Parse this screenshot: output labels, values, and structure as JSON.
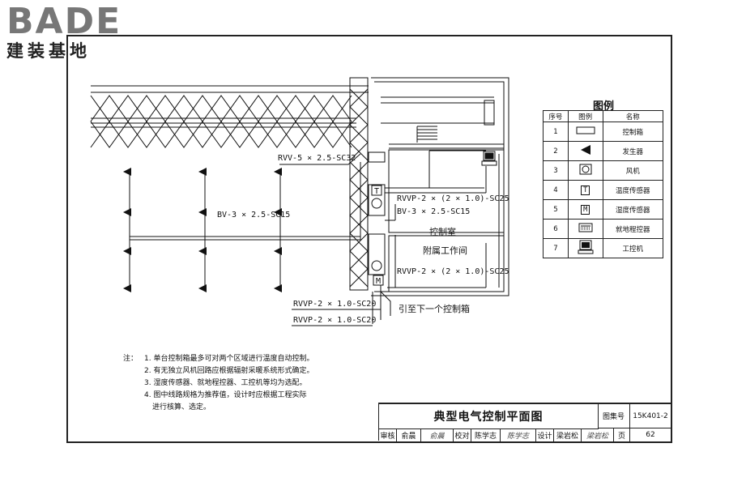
{
  "logo": {
    "main": "BADE",
    "sub": "建装基地"
  },
  "labels": {
    "rvv_sc32": "RVV-5 × 2.5-SC32",
    "bv_sc15_left": "BV-3 × 2.5-SC15",
    "rvvp_sc25_top": "RVVP-2 × (2 × 1.0)-SC25",
    "bv_sc15_right": "BV-3 × 2.5-SC15",
    "control_room": "控制室",
    "aux_room": "附属工作间",
    "rvvp_sc25_bottom": "RVVP-2 × (2 × 1.0)-SC25",
    "rvvp_sc20_a": "RVVP-2 × 1.0-SC20",
    "rvvp_sc20_b": "RVVP-2 × 1.0-SC20",
    "lead_next": "引至下一个控制箱",
    "sym_T": "T",
    "sym_M": "M"
  },
  "legend": {
    "title": "图例",
    "headers": [
      "序号",
      "图例",
      "名称"
    ],
    "rows": [
      {
        "no": "1",
        "symbol": "rectangle",
        "name": "控制箱"
      },
      {
        "no": "2",
        "symbol": "triangle",
        "name": "发生器"
      },
      {
        "no": "3",
        "symbol": "fan",
        "name": "风机"
      },
      {
        "no": "4",
        "symbol": "T",
        "name": "温度传感器"
      },
      {
        "no": "5",
        "symbol": "M",
        "name": "湿度传感器"
      },
      {
        "no": "6",
        "symbol": "keypad",
        "name": "就地程控器"
      },
      {
        "no": "7",
        "symbol": "computer",
        "name": "工控机"
      }
    ]
  },
  "notes": {
    "label": "注：",
    "items": [
      "1. 单台控制箱最多可对两个区域进行温度自动控制。",
      "2. 有无独立风机回路应根据辐射采暖系统形式确定。",
      "3. 湿度传感器、就地程控器、工控机等均为选配。",
      "4. 图中线路规格为推荐值，设计时应根据工程实际",
      "进行核算、选定。"
    ]
  },
  "title_block": {
    "title": "典型电气控制平面图",
    "atlas_label": "图集号",
    "atlas_no": "15K401-2",
    "page_label": "页",
    "page_no": "62",
    "review_label": "审核",
    "reviewer": "俞晨",
    "review_sign": "俞晨",
    "check_label": "校对",
    "checker": "陈学志",
    "check_sign": "陈学志",
    "design_label": "设计",
    "designer": "梁岩松",
    "design_sign": "梁岩松"
  },
  "colors": {
    "line": "#111111",
    "logo_gray": "#777777"
  }
}
